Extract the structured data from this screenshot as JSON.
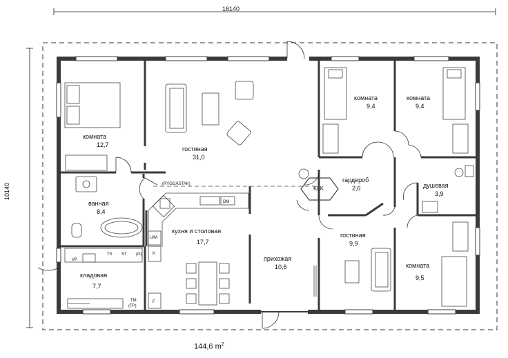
{
  "dimensions": {
    "width": "16140",
    "height": "10140"
  },
  "total_area": {
    "value": "144,6 m",
    "sup": "2"
  },
  "rooms": {
    "bedroom_left": {
      "name": "комната",
      "area": "12,7"
    },
    "living_main": {
      "name": "гостиная",
      "area": "31,0"
    },
    "bedroom_top1": {
      "name": "комната",
      "area": "9,4"
    },
    "bedroom_top2": {
      "name": "комната",
      "area": "9,4"
    },
    "wardrobe": {
      "name": "гардероб",
      "area": "2,6"
    },
    "shower": {
      "name": "душевая",
      "area": "3,9"
    },
    "bathroom": {
      "name": "ванная",
      "area": "8,4"
    },
    "kitchen": {
      "name": "кухня и столовая",
      "area": "17,7"
    },
    "hall": {
      "name": "прихожая",
      "area": "10,6"
    },
    "living_small": {
      "name": "гостиная",
      "area": "9,9"
    },
    "bedroom_right": {
      "name": "комната",
      "area": "9,5"
    },
    "storage": {
      "name": "кладовая",
      "area": "7,7"
    }
  },
  "fixtures": {
    "ryggastak": "(RYGGÅSTAK)",
    "dm": "DM",
    "um": "U/M",
    "k": "K",
    "klk": "KLK",
    "vp": "VP",
    "ts": "TS",
    "st": "ST",
    "g": "(G)",
    "tm": "TM",
    "tp": "(TP)",
    "f": "F"
  }
}
